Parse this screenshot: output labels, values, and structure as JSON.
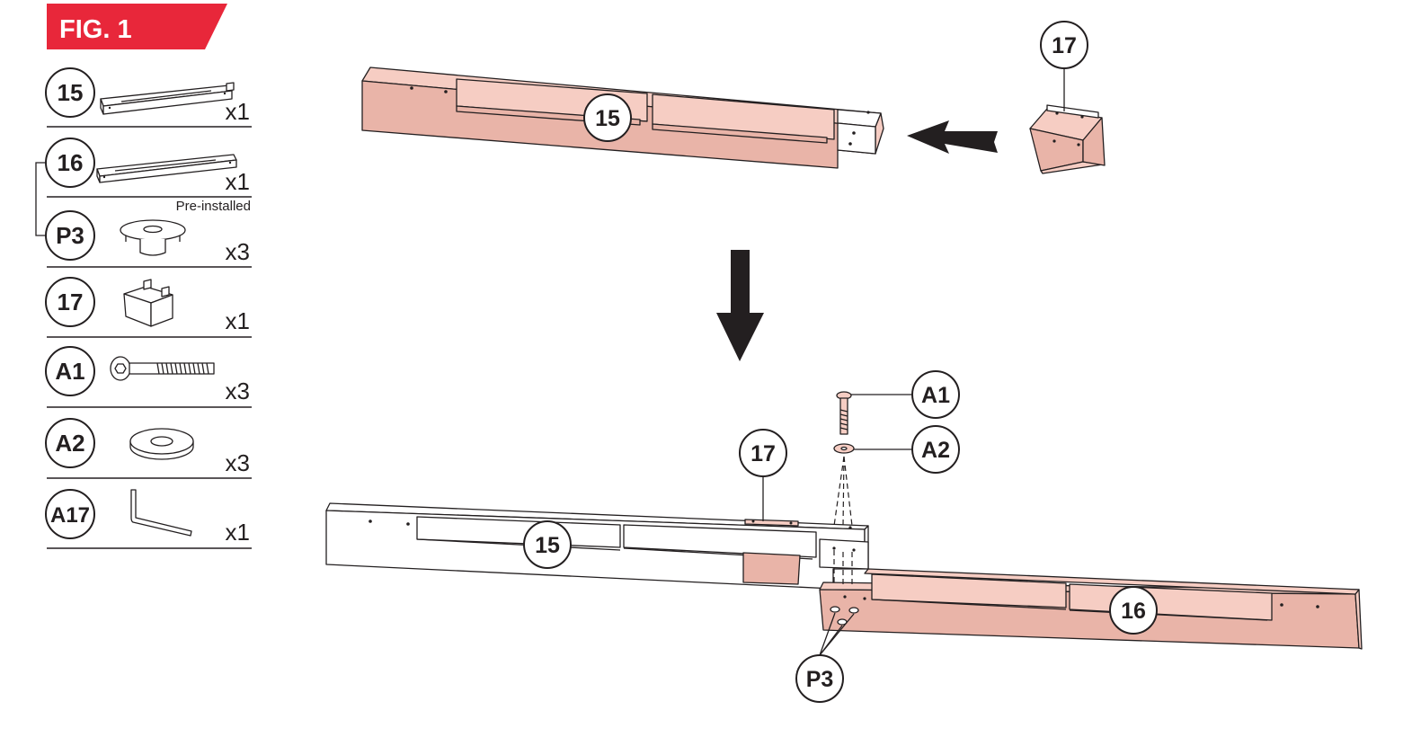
{
  "figure": {
    "title": "FIG. 1",
    "colors": {
      "banner": "#e8273a",
      "part_fill": "#f6cdc3",
      "ink": "#231f20"
    }
  },
  "parts_list": [
    {
      "id": "15",
      "qty": "x1",
      "note": "",
      "icon": "long-beam-icon"
    },
    {
      "id": "16",
      "qty": "x1",
      "note": "Pre-installed",
      "icon": "long-beam-icon"
    },
    {
      "id": "P3",
      "qty": "x3",
      "note": "",
      "icon": "insert-nut-icon"
    },
    {
      "id": "17",
      "qty": "x1",
      "note": "",
      "icon": "bracket-icon"
    },
    {
      "id": "A1",
      "qty": "x3",
      "note": "",
      "icon": "bolt-icon"
    },
    {
      "id": "A2",
      "qty": "x3",
      "note": "",
      "icon": "washer-icon"
    },
    {
      "id": "A17",
      "qty": "x1",
      "note": "",
      "icon": "allen-key-icon"
    }
  ],
  "callouts": {
    "top_beam": "15",
    "top_bracket": "17",
    "bottom_beam_left": "15",
    "bottom_bracket": "17",
    "bolt": "A1",
    "washer": "A2",
    "bottom_beam_right": "16",
    "insert_nuts": "P3"
  }
}
